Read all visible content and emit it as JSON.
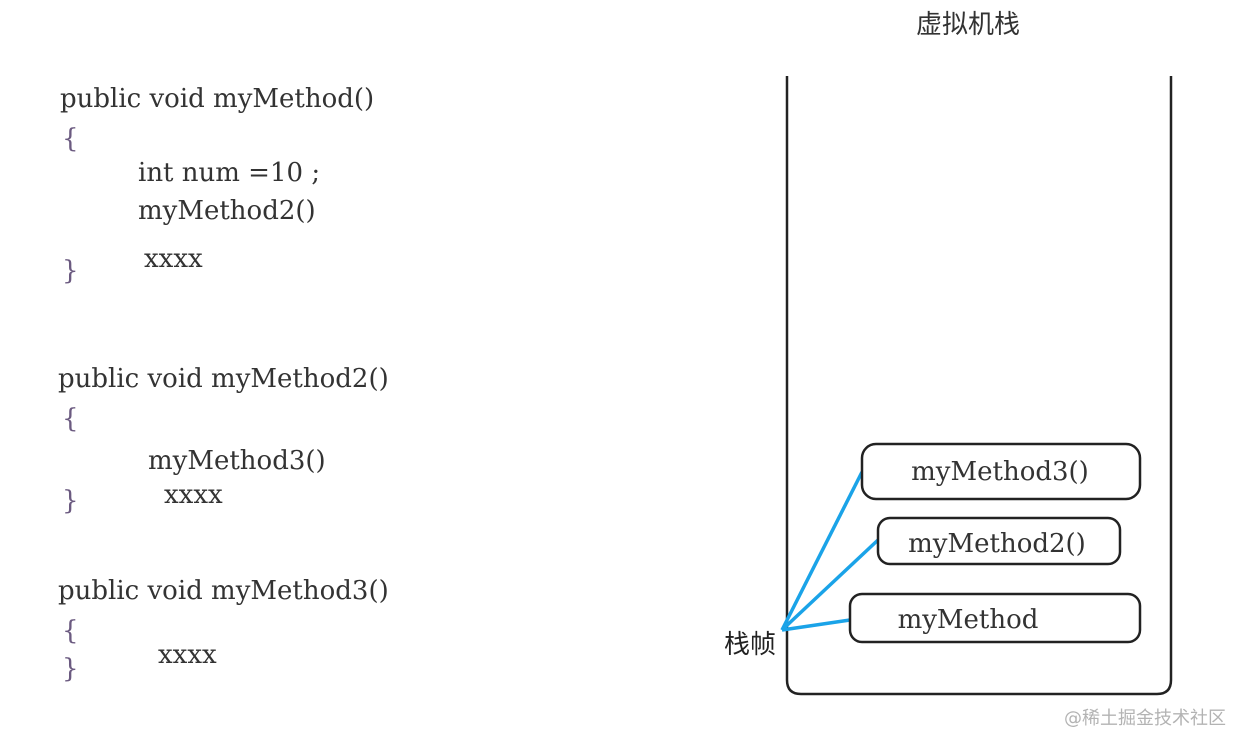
{
  "code": {
    "block1": {
      "signature": "public void myMethod()",
      "open_brace": "{",
      "line1": "int num =10 ;",
      "line2": "myMethod2()",
      "line3": "xxxx",
      "close_brace": "}"
    },
    "block2": {
      "signature": "public void myMethod2()",
      "open_brace": "{",
      "line1": "myMethod3()",
      "line2": "xxxx",
      "close_brace": "}"
    },
    "block3": {
      "signature": "public void myMethod3()",
      "open_brace": "{",
      "line1": "xxxx",
      "close_brace": "}"
    }
  },
  "stack": {
    "title": "虚拟机栈",
    "frame_label": "栈帧",
    "frames": [
      "myMethod3()",
      "myMethod2()",
      "myMethod"
    ]
  },
  "watermark": "@稀土掘金技术社区",
  "colors": {
    "connector": "#1aa3e8",
    "outline": "#222222",
    "brace": "#6b5a80"
  }
}
